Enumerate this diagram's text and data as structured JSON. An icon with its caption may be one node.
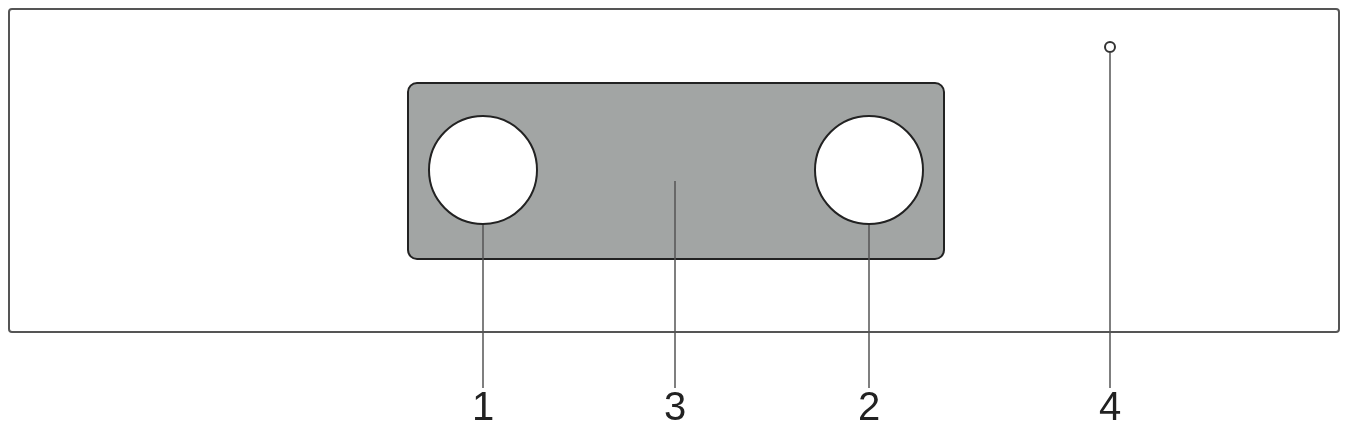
{
  "diagram": {
    "nodes": [
      {
        "text": [],
        "shape": "box"
      },
      {
        "text": [],
        "shape": "box",
        "in": 0
      },
      {
        "text": [],
        "shape": "circle",
        "in": 1
      },
      {
        "text": [],
        "shape": "circle",
        "in": 1
      },
      {
        "text": [],
        "shape": "circle",
        "in": 0
      },
      {
        "text": [
          "1"
        ]
      },
      {
        "text": [
          "3"
        ]
      },
      {
        "text": [
          "2"
        ]
      },
      {
        "text": [
          "4"
        ]
      }
    ],
    "edges": [
      {
        "from": 5,
        "to": 2,
        "arrow": "none"
      },
      {
        "from": 6,
        "to": 1,
        "arrow": "none"
      },
      {
        "from": 7,
        "to": 3,
        "arrow": "none"
      },
      {
        "from": 8,
        "to": 4,
        "arrow": "none"
      }
    ]
  }
}
